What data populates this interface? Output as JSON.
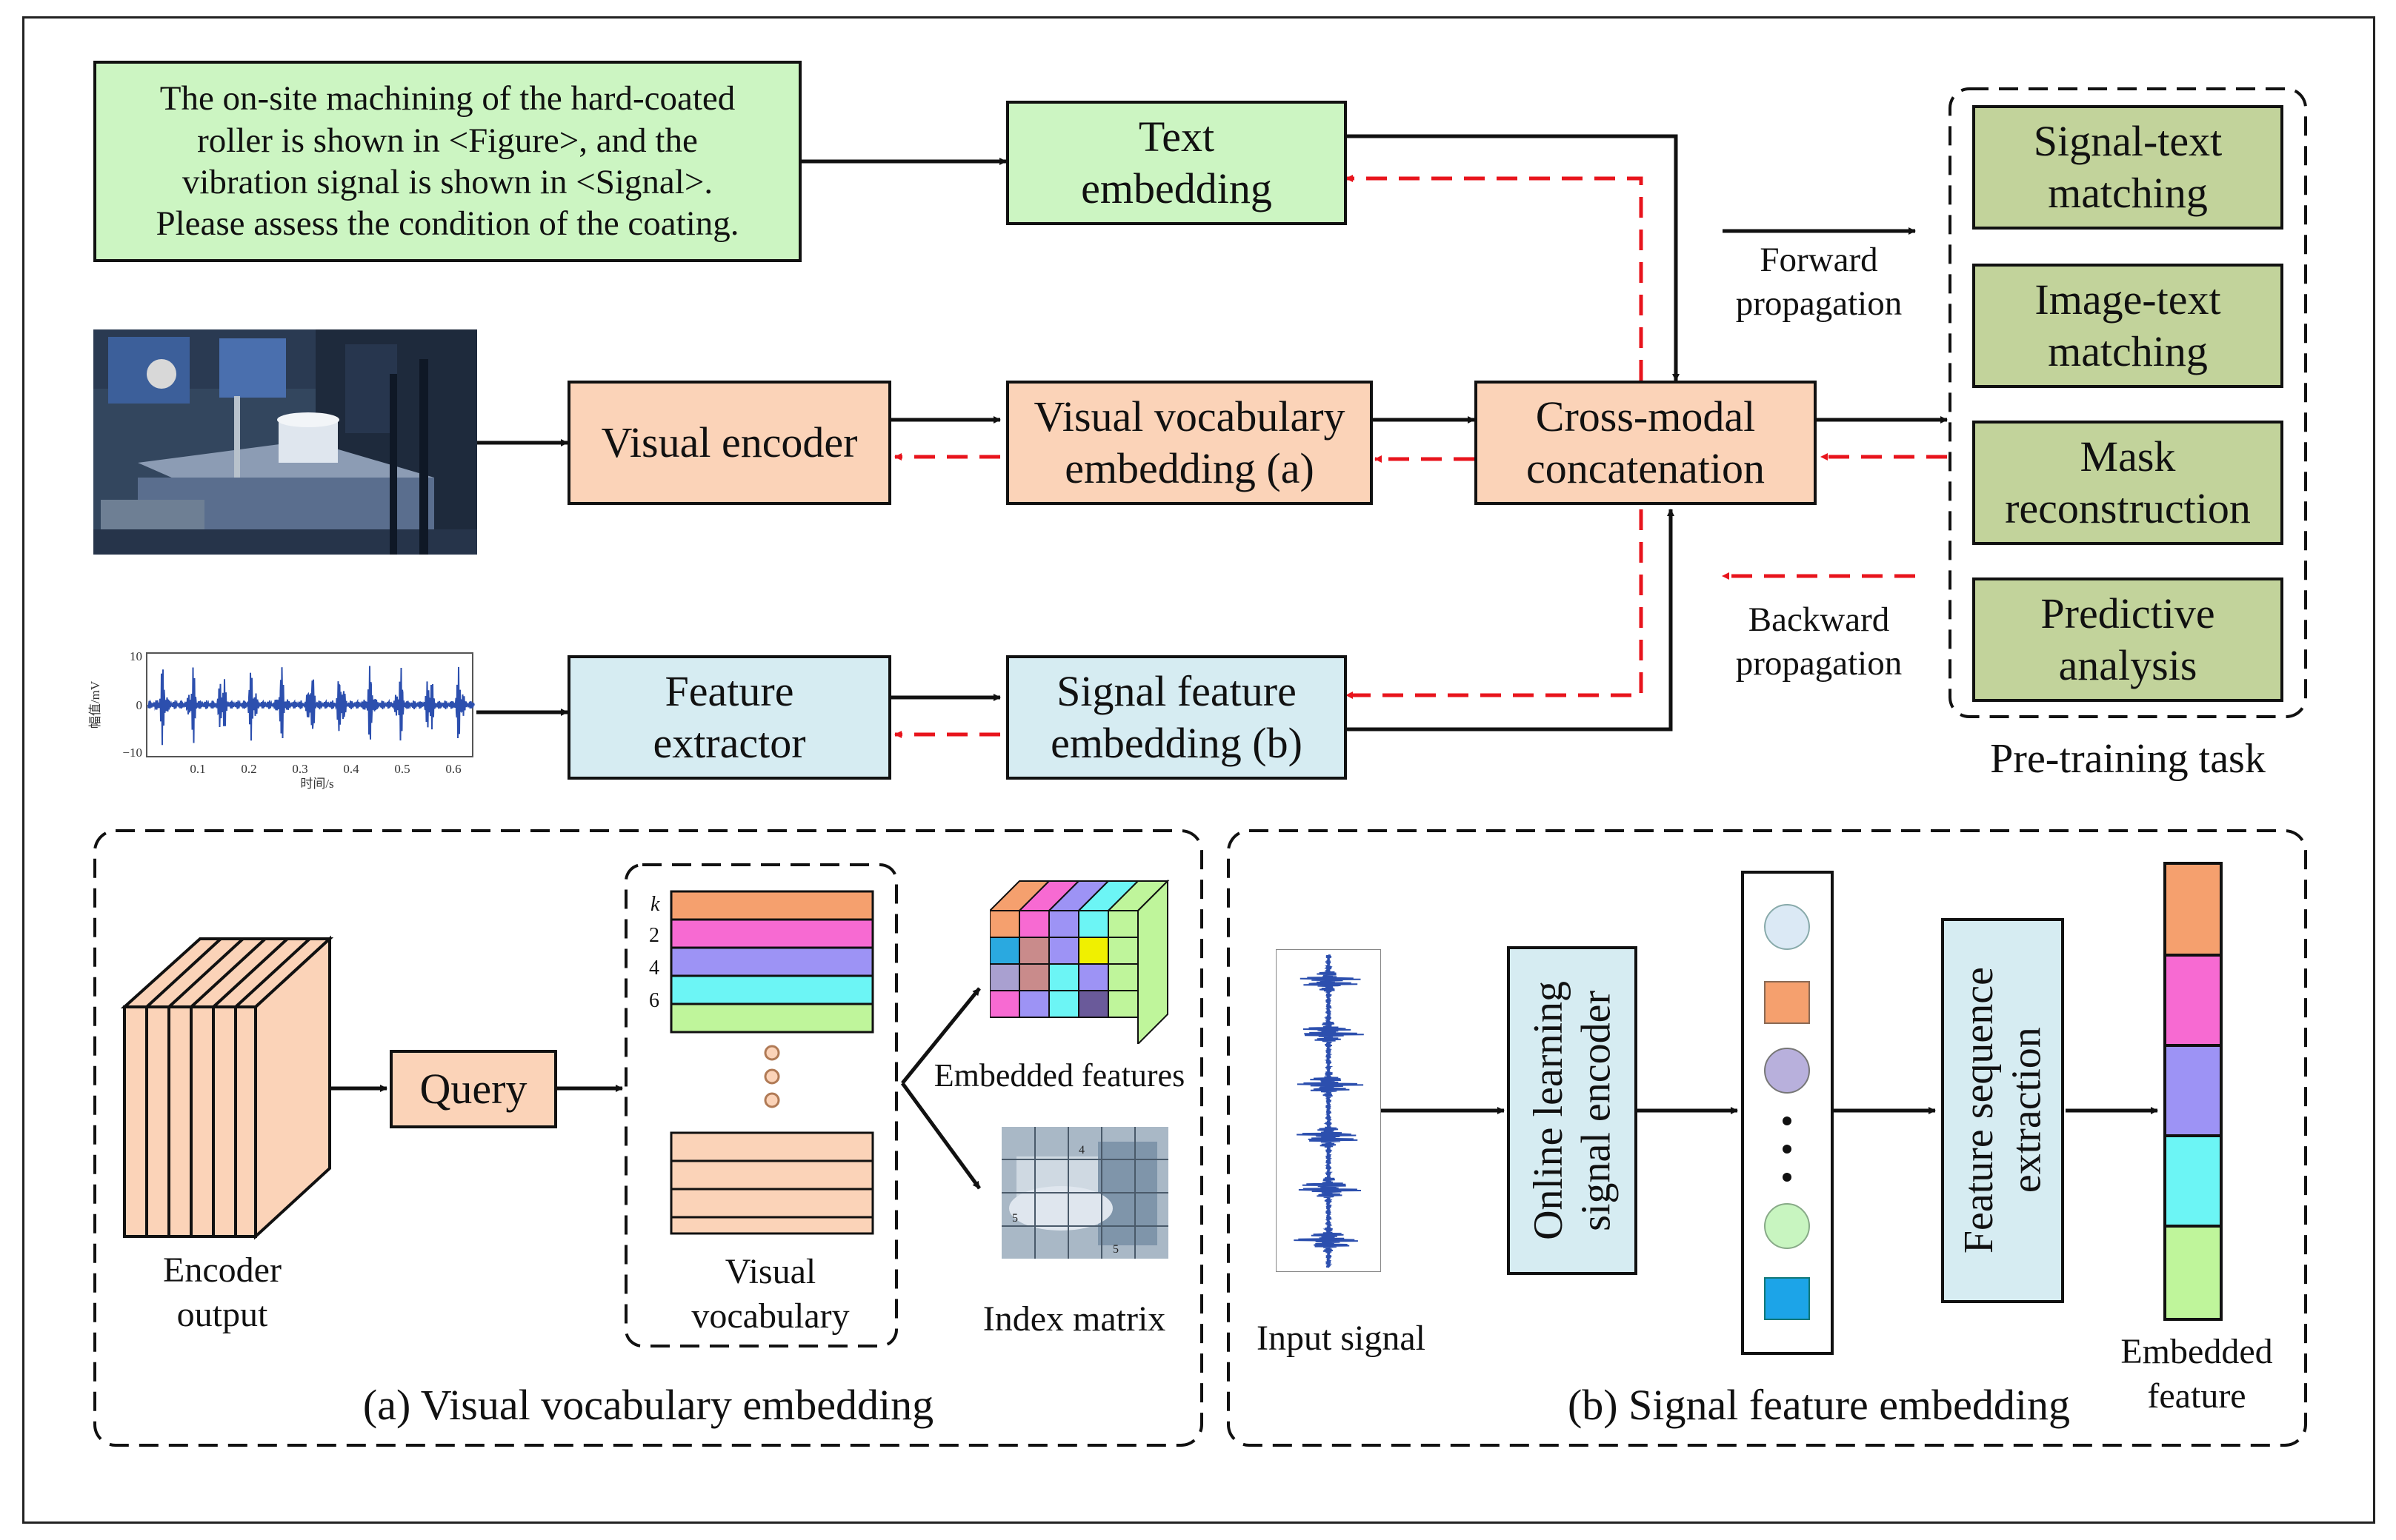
{
  "prompt_text": [
    "The on-site machining of the hard-coated",
    "roller is shown in <Figure>, and the",
    "vibration signal is shown in <Signal>.",
    "Please assess the condition of the coating."
  ],
  "boxes": {
    "text_embedding": [
      "Text",
      "embedding"
    ],
    "visual_encoder": "Visual encoder",
    "visual_vocab_embedding": [
      "Visual vocabulary",
      "embedding (a)"
    ],
    "cross_modal": [
      "Cross-modal",
      "concatenation"
    ],
    "feature_extractor": [
      "Feature",
      "extractor"
    ],
    "signal_feature_embedding": [
      "Signal feature",
      "embedding (b)"
    ]
  },
  "pretraining": {
    "tasks": [
      [
        "Signal-text",
        "matching"
      ],
      [
        "Image-text",
        "matching"
      ],
      [
        "Mask",
        "reconstruction"
      ],
      [
        "Predictive",
        "analysis"
      ]
    ],
    "title": "Pre-training task"
  },
  "legend": {
    "forward": [
      "Forward",
      "propagation"
    ],
    "backward": [
      "Backward",
      "propagation"
    ]
  },
  "signal_plot": {
    "ylabel": "幅值/mV",
    "yticks": [
      "10",
      "0",
      "−10"
    ],
    "xticks": [
      "0.1",
      "0.2",
      "0.3",
      "0.4",
      "0.5",
      "0.6"
    ],
    "xlabel": "时间/s"
  },
  "panel_a": {
    "title": "(a) Visual vocabulary embedding",
    "encoder_output": [
      "Encoder",
      "output"
    ],
    "query": "Query",
    "vocab_indices": [
      "k",
      "2",
      "4",
      "6"
    ],
    "visual_vocabulary": [
      "Visual",
      "vocabulary"
    ],
    "embedded_features": "Embedded features",
    "index_matrix": "Index matrix",
    "index_digits": [
      "4",
      "5",
      "5"
    ]
  },
  "panel_b": {
    "title": "(b) Signal feature embedding",
    "input_signal": "Input signal",
    "online_encoder": [
      "Online learning",
      "signal encoder"
    ],
    "feature_sequence": [
      "Feature sequence",
      "extraction"
    ],
    "embedded_feature": [
      "Embedded",
      "feature"
    ]
  },
  "colors": {
    "forward_arrow": "#111111",
    "backward_arrow": "#e8141c",
    "vocab_rows": [
      "#f5a06e",
      "#f76ad2",
      "#9d93f5",
      "#6cf5f5",
      "#bff59b"
    ],
    "embedded_stack": [
      "#f5a06e",
      "#f76ad2",
      "#9d93f5",
      "#6cf5f5",
      "#bff59b"
    ],
    "signal": "#2c4fae"
  }
}
